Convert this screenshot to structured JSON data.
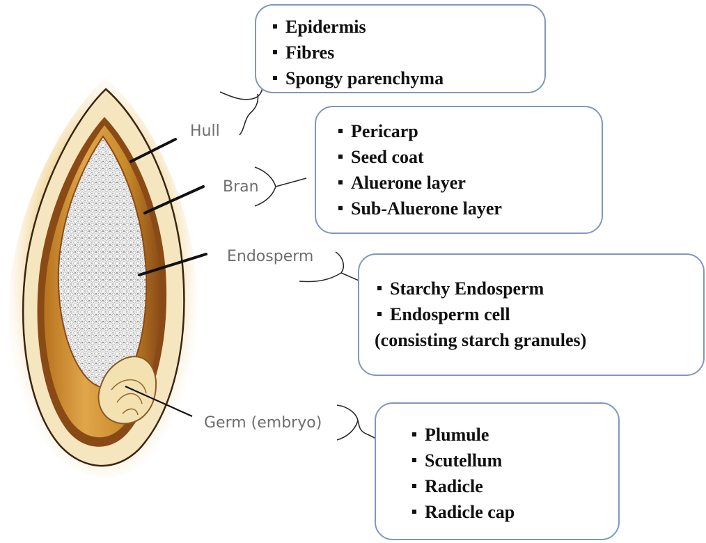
{
  "labels": {
    "hull": "Hull",
    "bran": "Bran",
    "endosperm": "Endosperm",
    "germ": "Germ (embryo)"
  },
  "hull_box": {
    "items": [
      "Epidermis",
      "Fibres",
      "Spongy parenchyma"
    ]
  },
  "bran_box": {
    "items": [
      "Pericarp",
      "Seed coat",
      "Aluerone layer",
      "Sub-Aluerone layer"
    ]
  },
  "endosperm_box": {
    "items": [
      "Starchy Endosperm",
      "Endosperm cell"
    ],
    "continuation": "(consisting starch granules)"
  },
  "germ_box": {
    "items": [
      "Plumule",
      "Scutellum",
      "Radicle",
      "Radicle cap"
    ]
  },
  "colors": {
    "box_border": "#7f97bf",
    "hull_fill": "#f6e6bf",
    "bran_brown": "#8a4a16",
    "kernel_gold": "#c98a2a",
    "starch_fill": "#ececec",
    "label_gray": "#6e6e6e"
  }
}
